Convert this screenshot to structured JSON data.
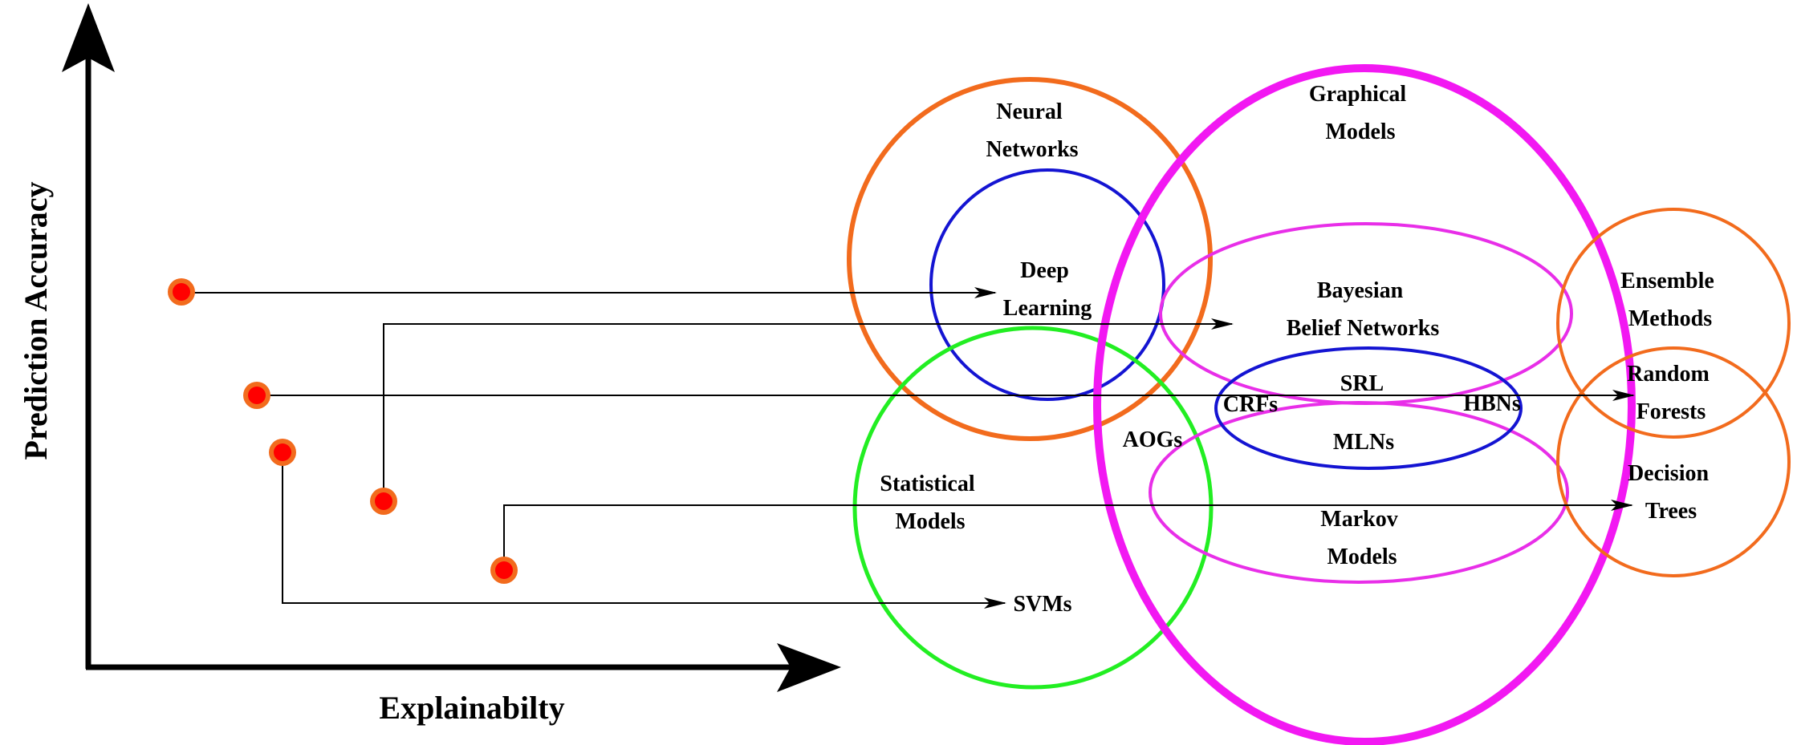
{
  "axes": {
    "y_label": "Prediction Accuracy",
    "x_label": "Explainabilty"
  },
  "groups": {
    "neural_networks": [
      "Neural",
      "Networks"
    ],
    "deep_learning": [
      "Deep",
      "Learning"
    ],
    "graphical_models": [
      "Graphical",
      "Models"
    ],
    "bayesian_belief_networks": [
      "Bayesian",
      "Belief Networks"
    ],
    "statistical_models": [
      "Statistical",
      "Models"
    ],
    "markov_models": [
      "Markov",
      "Models"
    ],
    "ensemble_methods": [
      "Ensemble",
      "Methods"
    ],
    "random_forests": [
      "Random",
      "Forests"
    ],
    "decision_trees": [
      "Decision",
      "Trees"
    ]
  },
  "methods": {
    "srl": "SRL",
    "crfs": "CRFs",
    "hbns": "HBNs",
    "mlns": "MLNs",
    "aogs": "AOGs",
    "svms": "SVMs"
  },
  "colors": {
    "neural_networks": "#f26b1d",
    "deep_learning": "#1414d2",
    "graphical_models": "#f218f2",
    "bayesian_belief_networks": "#e82ee8",
    "statistical_models": "#22ee22",
    "srl": "#1414d2",
    "markov_models": "#e82ee8",
    "ensemble_methods": "#f26b1d",
    "decision_trees": "#f26b1d",
    "marker_fill": "#ff0000",
    "marker_ring": "#f26b1d"
  }
}
